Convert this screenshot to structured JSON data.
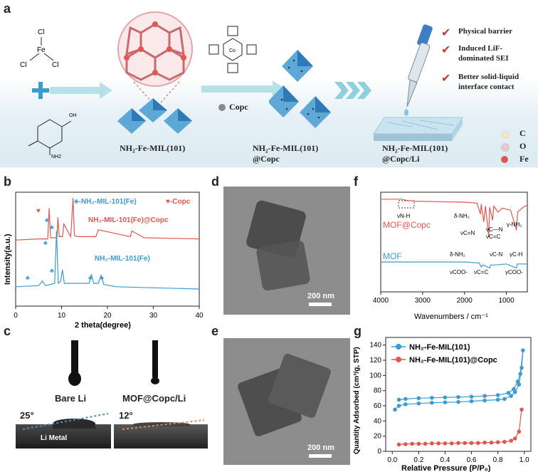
{
  "panel_a": {
    "letter": "a",
    "fecl3": {
      "atom": "Fe",
      "ligand": "Cl"
    },
    "linker": {
      "oh": "OH",
      "nh2": "NH2"
    },
    "mof_label": "NH₂-Fe-MIL(101)",
    "copc_label": "Copc",
    "copc_metal": "Co",
    "product1": [
      "NH₂-Fe-MIL(101)",
      "@Copc"
    ],
    "product2": [
      "NH₂-Fe-MIL(101)",
      "@Copc/Li"
    ],
    "benefits": [
      "Physical barrier",
      "Induced LiF-",
      "dominated SEI",
      "Better solid-liquid",
      "interface contact"
    ],
    "legend": [
      {
        "label": "C",
        "color": "#f3e7c3"
      },
      {
        "label": "O",
        "color": "#e8c8d0"
      },
      {
        "label": "Fe",
        "color": "#e0574f"
      }
    ]
  },
  "panel_b": {
    "letter": "b",
    "legend_mil": "♣-NH₂-MIL-101(Fe)",
    "legend_copc": "♥-Copc",
    "trace_top": "NH₂-MIL-101(Fe)@Copc",
    "trace_bottom": "NH₂-MIL-101(Fe)",
    "marker_club": "♣",
    "marker_heart": "♥"
  },
  "panel_c": {
    "letter": "c",
    "left_label": "Bare Li",
    "right_label": "MOF@Copc/Li",
    "left_angle": "25°",
    "right_angle": "12°",
    "substrate_label": "Li Metal"
  },
  "panel_d": {
    "letter": "d",
    "scale": "200 nm"
  },
  "panel_e": {
    "letter": "e",
    "scale": "200 nm"
  },
  "panel_f": {
    "letter": "f",
    "top_label": "MOF@Copc",
    "bottom_label": "MOF",
    "annotations_top": [
      "νN-H",
      "δ-NH₂",
      "νC=N",
      "νC—N",
      "νC=C",
      "γ-NH₂"
    ],
    "annotations_bottom": [
      "δ-NH₂",
      "νC-N",
      "γC-H",
      "νCOO-",
      "νC=C",
      "γCOO-"
    ]
  },
  "panel_g": {
    "letter": "g"
  },
  "colors": {
    "red": "#e0574f",
    "blue": "#3c9bd1",
    "navy": "#1d4f86"
  },
  "chart_data": [
    {
      "type": "line",
      "panel": "b",
      "xlabel": "2 theta(degree)",
      "ylabel": "Intensity(a.u.)",
      "xlim": [
        0,
        40
      ],
      "x_ticks": [
        0,
        10,
        20,
        30,
        40
      ],
      "series": [
        {
          "name": "NH₂-MIL-101(Fe)@Copc",
          "color": "#e0574f",
          "x": [
            0,
            5,
            7,
            7.3,
            7.6,
            9,
            9.2,
            9.5,
            10.2,
            10.5,
            12,
            12.5,
            12.8,
            13.5,
            17.5,
            18,
            25,
            25.3,
            28,
            40
          ],
          "y": [
            0.58,
            0.59,
            0.59,
            0.86,
            0.6,
            0.6,
            0.78,
            0.61,
            0.61,
            0.72,
            0.61,
            0.95,
            0.62,
            0.61,
            0.61,
            0.67,
            0.61,
            0.66,
            0.6,
            0.59
          ]
        },
        {
          "name": "NH₂-MIL-101(Fe)",
          "color": "#3c9bd1",
          "x": [
            0,
            5,
            5.8,
            6.5,
            8.5,
            8.9,
            9.3,
            9.8,
            10.2,
            10.6,
            16,
            16.5,
            17,
            18,
            18.6,
            19.2,
            22,
            40
          ],
          "y": [
            0.17,
            0.18,
            0.22,
            0.18,
            0.2,
            0.66,
            0.2,
            0.22,
            0.32,
            0.2,
            0.2,
            0.28,
            0.2,
            0.2,
            0.27,
            0.19,
            0.17,
            0.15
          ]
        }
      ]
    },
    {
      "type": "line",
      "panel": "f",
      "xlabel": "Wavenumbers / cm⁻¹",
      "xlim": [
        4000,
        500
      ],
      "x_ticks": [
        4000,
        3000,
        2000,
        1000
      ],
      "series": [
        {
          "name": "MOF@Copc",
          "color": "#e0574f",
          "x": [
            4000,
            3500,
            3400,
            3200,
            2000,
            1700,
            1620,
            1600,
            1540,
            1500,
            1420,
            1400,
            1330,
            1300,
            1200,
            1100,
            900,
            760,
            730,
            600,
            500
          ],
          "y": [
            0.93,
            0.93,
            0.92,
            0.91,
            0.9,
            0.89,
            0.78,
            0.88,
            0.7,
            0.86,
            0.55,
            0.85,
            0.72,
            0.86,
            0.8,
            0.84,
            0.82,
            0.62,
            0.8,
            0.85,
            0.87
          ]
        },
        {
          "name": "MOF",
          "color": "#3c9bd1",
          "x": [
            4000,
            3000,
            2000,
            1650,
            1600,
            1560,
            1500,
            1400,
            1380,
            1260,
            1000,
            760,
            740,
            500
          ],
          "y": [
            0.3,
            0.3,
            0.3,
            0.29,
            0.25,
            0.27,
            0.26,
            0.24,
            0.27,
            0.27,
            0.28,
            0.24,
            0.28,
            0.28
          ]
        }
      ]
    },
    {
      "type": "line",
      "panel": "g",
      "xlabel": "Relative Pressure (P/P₀)",
      "ylabel": "Quantity Adsorbed (cm³/g, STP)",
      "xlim": [
        -0.05,
        1.05
      ],
      "ylim": [
        0,
        150
      ],
      "x_ticks": [
        0.0,
        0.2,
        0.4,
        0.6,
        0.8,
        1.0
      ],
      "y_ticks": [
        0,
        20,
        40,
        60,
        80,
        100,
        120,
        140
      ],
      "series": [
        {
          "name": "NH₂-Fe-MIL(101)",
          "color": "#3c9bd1",
          "x": [
            0.02,
            0.05,
            0.1,
            0.2,
            0.3,
            0.4,
            0.5,
            0.6,
            0.7,
            0.8,
            0.85,
            0.9,
            0.93,
            0.96,
            0.98,
            0.99,
            0.97,
            0.95,
            0.92,
            0.88,
            0.8,
            0.7,
            0.6,
            0.5,
            0.4,
            0.3,
            0.2,
            0.1,
            0.05
          ],
          "y": [
            55,
            60,
            62,
            63,
            64,
            64.5,
            65,
            66,
            67,
            68,
            69,
            73,
            78,
            88,
            110,
            133,
            102,
            92,
            82,
            77,
            74,
            73,
            72,
            71.5,
            71,
            70.5,
            70,
            69,
            68
          ]
        },
        {
          "name": "NH₂-Fe-MIL(101)@Copc",
          "color": "#e0574f",
          "x": [
            0.05,
            0.1,
            0.15,
            0.2,
            0.25,
            0.3,
            0.35,
            0.4,
            0.45,
            0.5,
            0.55,
            0.6,
            0.65,
            0.7,
            0.75,
            0.8,
            0.85,
            0.9,
            0.93,
            0.96,
            0.98
          ],
          "y": [
            9,
            9.5,
            10,
            10,
            10,
            10.5,
            10.5,
            10.5,
            10.5,
            11,
            11,
            11,
            11,
            11.5,
            11.5,
            12,
            12.5,
            14,
            17,
            26,
            55
          ]
        }
      ]
    }
  ]
}
